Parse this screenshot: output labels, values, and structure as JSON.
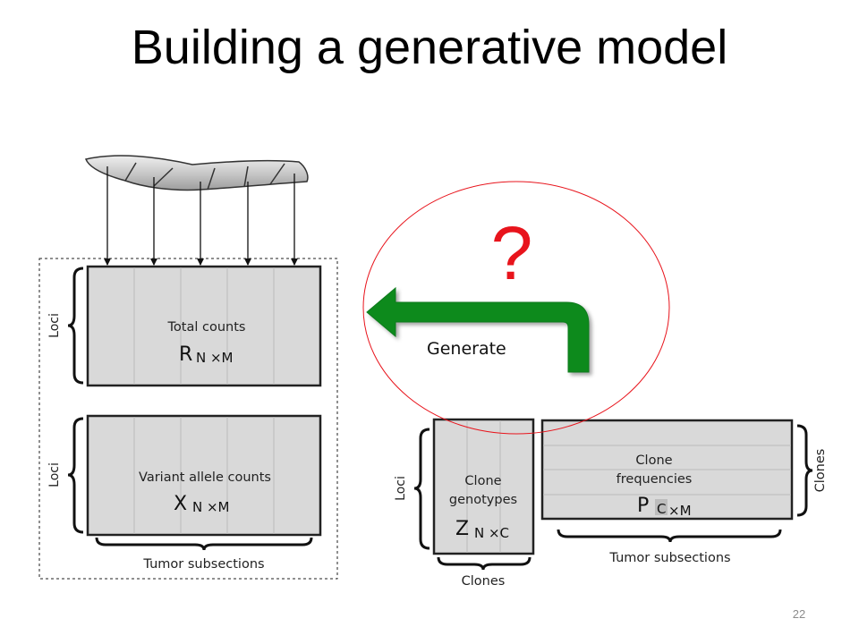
{
  "slide": {
    "title": "Building a generative model",
    "page_number": "22"
  },
  "question_mark": "?",
  "arrow_label": "Generate",
  "observed": {
    "total_counts_label": "Total counts",
    "total_counts_symbol": "R",
    "total_counts_dims": "N ×M",
    "variant_counts_label": "Variant allele counts",
    "variant_counts_symbol": "X",
    "variant_counts_dims": "N ×M",
    "loci_label": "Loci",
    "subsections_label": "Tumor subsections"
  },
  "latent": {
    "genotypes_line1": "Clone",
    "genotypes_line2": "genotypes",
    "genotypes_symbol": "Z",
    "genotypes_dims": "N ×C",
    "frequencies_line1": "Clone",
    "frequencies_line2": "frequencies",
    "frequencies_symbol": "P",
    "frequencies_dims_c": "C",
    "frequencies_dims_rest": "×M",
    "loci_label": "Loci",
    "clones_bottom_label": "Clones",
    "clones_side_label": "Clones",
    "subsections_label": "Tumor subsections"
  },
  "colors": {
    "question_mark": "#e8141c",
    "arrow": "#0b8a1f",
    "ellipse": "#e8141c",
    "matrix_fill": "#d9d9d9",
    "tissue_fill": "#c8c8c8"
  }
}
